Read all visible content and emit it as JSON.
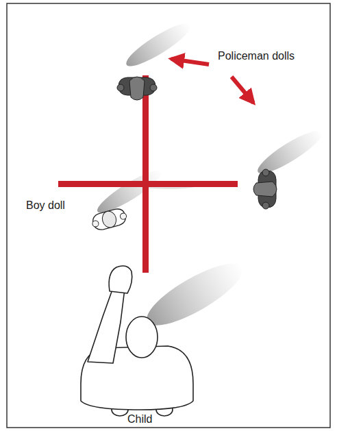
{
  "diagram": {
    "labels": [
      "Policeman dolls",
      "Boy doll",
      "Child"
    ]
  }
}
